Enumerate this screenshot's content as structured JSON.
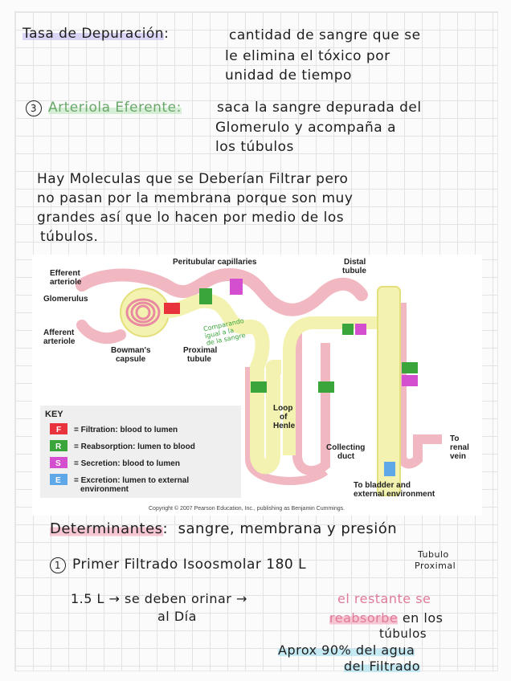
{
  "notes": {
    "tasa": {
      "term": "Tasa de Depuración",
      "colon": ":",
      "def": [
        "cantidad de sangre que se",
        "le elimina el tóxico por",
        "unidad de tiempo"
      ]
    },
    "arteriola": {
      "num": "3",
      "term": "Arteriola Eferente",
      "colon": ":",
      "def": [
        "saca la sangre depurada del",
        "Glomerulo y acompaña a",
        "los túbulos"
      ]
    },
    "paragraph": [
      "Hay Moleculas que se Deberían Filtrar pero",
      "no pasan por la membrana porque son muy",
      "grandes así que lo hacen por medio de los",
      "túbulos."
    ],
    "determinantes": {
      "term": "Determinantes",
      "colon": ":",
      "text": "sangre, membrana y presión"
    },
    "filtrado": {
      "num": "1",
      "text": "Primer Filtrado Isoosmolar 180 L",
      "note": [
        "Tubulo",
        "Proximal"
      ]
    },
    "orina": {
      "lead": "1.5 L → se deben orinar →",
      "rest_a": "el restante se",
      "rest_b": "reabsorbe",
      "rest_c": "en los",
      "rest_d": "túbulos",
      "sub": "al Día"
    },
    "aprox": [
      "Aprox 90% del agua",
      "del Filtrado"
    ]
  },
  "figure": {
    "labels": {
      "efferent": "Efferent",
      "efferent2": "arteriole",
      "glomerulus": "Glomerulus",
      "afferent": "Afferent",
      "afferent2": "arteriole",
      "bowman": "Bowman's",
      "bowman2": "capsule",
      "proximal": "Proximal",
      "proximal2": "tubule",
      "peritubular": "Peritubular capillaries",
      "distal": "Distal",
      "distal2": "tubule",
      "loop": "Loop",
      "loop2": "of",
      "loop3": "Henle",
      "collecting": "Collecting",
      "collecting2": "duct",
      "renal": "To",
      "renal2": "renal",
      "renal3": "vein",
      "bladder": "To bladder and",
      "bladder2": "external environment",
      "handwritten": [
        "Comparando",
        "igual a la",
        "de la sangre"
      ]
    },
    "key": {
      "title": "KEY",
      "items": [
        {
          "letter": "F",
          "text": "= Filtration: blood to lumen",
          "color": "#e8323c"
        },
        {
          "letter": "R",
          "text": "= Reabsorption: lumen to blood",
          "color": "#3aa53a"
        },
        {
          "letter": "S",
          "text": "= Secretion: blood to lumen",
          "color": "#d44fd0"
        },
        {
          "letter": "E",
          "text": "= Excretion: lumen to external",
          "text2": "environment",
          "color": "#5fa8e8"
        }
      ]
    },
    "copyright": "Copyright © 2007 Pearson Education, Inc., publishing as Benjamin Cummings."
  }
}
